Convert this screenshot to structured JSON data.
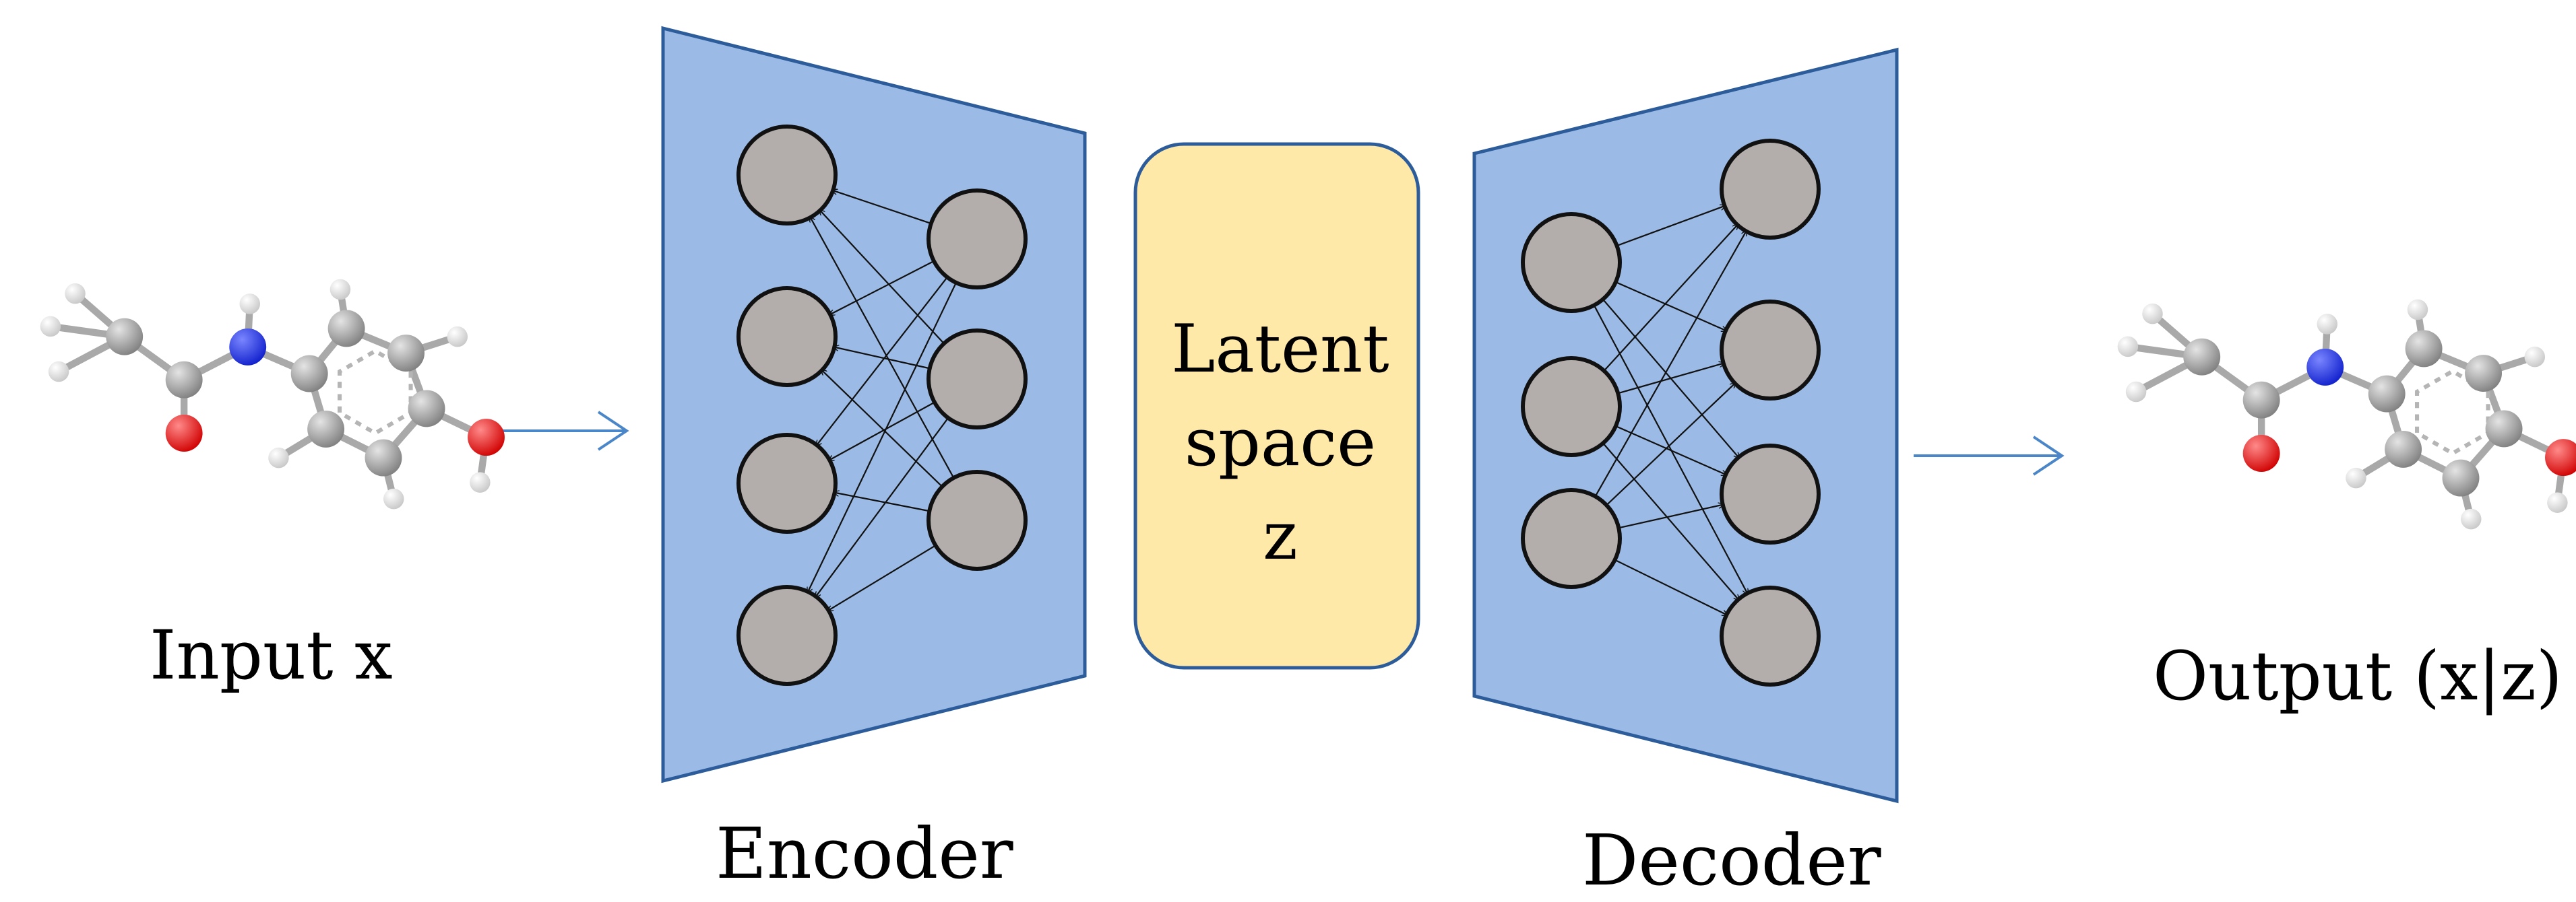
{
  "labels": {
    "input": "Input x",
    "encoder": "Encoder",
    "latent": [
      "Latent",
      "space",
      "z"
    ],
    "decoder": "Decoder",
    "output": "Output (x|z)"
  },
  "colors": {
    "block_fill": "#9bbbe6",
    "block_stroke": "#2d5c9a",
    "latent_fill": "#ffe9a8",
    "latent_stroke": "#2d5c9a",
    "neuron_fill": "#b3aeac",
    "neuron_stroke": "#111111",
    "arrow": "#4a86c8",
    "atom_carbon": "#9a9a9a",
    "atom_hydrogen": "#e8e8e8",
    "atom_nitrogen": "#2233dd",
    "atom_oxygen": "#ee1111"
  },
  "structure": {
    "encoder_layers": [
      4,
      3
    ],
    "decoder_layers": [
      3,
      4
    ]
  },
  "icons": {
    "input_molecule": "molecule-ball-and-stick-icon",
    "output_molecule": "molecule-ball-and-stick-icon"
  }
}
